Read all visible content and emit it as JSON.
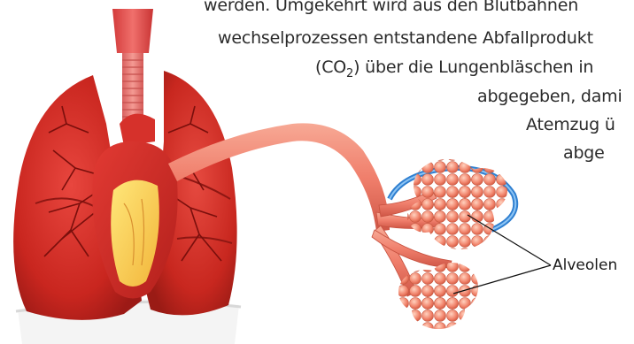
{
  "body_text": {
    "line1": "werden. Umgekehrt wird aus den Blutbahnen",
    "line2": "wechselprozessen entstandene Abfallprodukt",
    "line3_before": "(CO",
    "line3_sub": "2",
    "line3_after": ") über die Lungenbläschen in",
    "line4": "abgegeben, dami",
    "line5": "Atemzug ü",
    "line6": "abge"
  },
  "figure": {
    "label": "Alveolen"
  }
}
